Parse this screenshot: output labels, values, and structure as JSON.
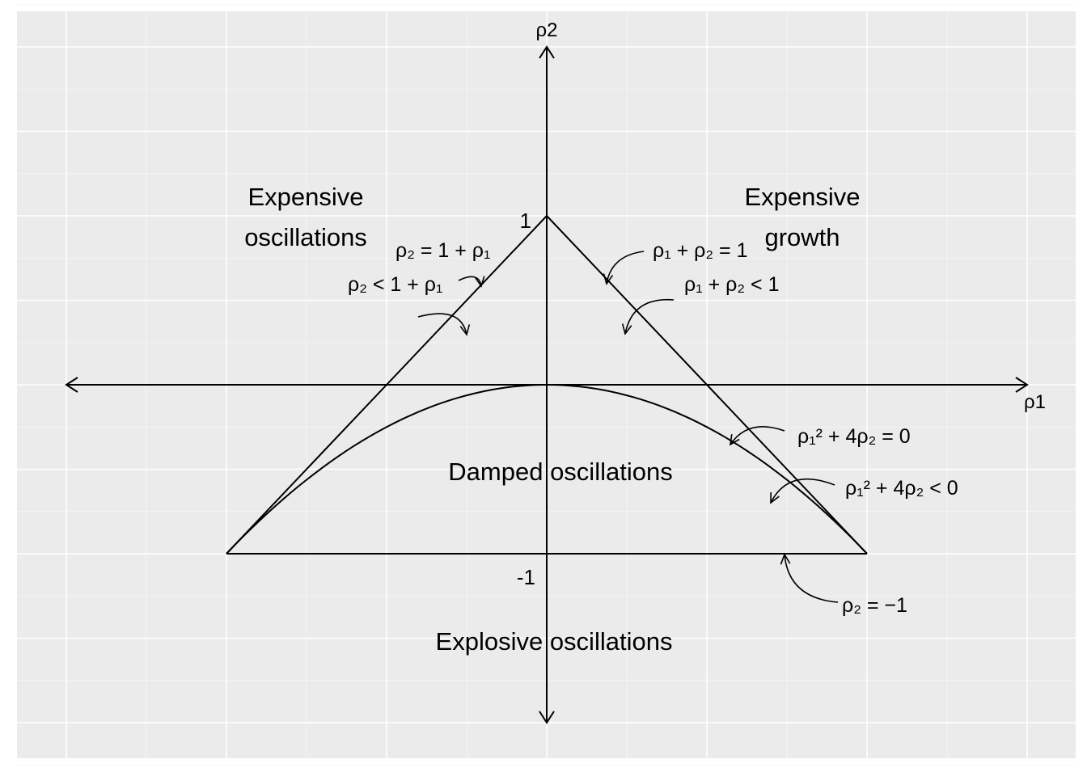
{
  "chart_data": {
    "type": "line",
    "title": "",
    "xlabel": "ρ1",
    "ylabel": "ρ2",
    "xlim": [
      -3,
      3
    ],
    "ylim": [
      -2,
      2
    ],
    "grid": true,
    "y_ticks": [
      {
        "value": 1,
        "label": "1"
      },
      {
        "value": -1,
        "label": "-1"
      }
    ],
    "series": [
      {
        "values_x": [
          -2,
          0,
          2
        ],
        "values_y": [
          -1,
          1,
          -1
        ],
        "style": "triangle-boundary"
      },
      {
        "values_x": [
          -2,
          2
        ],
        "values_y": [
          -1,
          -1
        ],
        "style": "base"
      },
      {
        "curve": "ρ2 = -ρ1²/4",
        "x_range": [
          -2,
          2
        ],
        "points_x": [
          -2,
          -1.5,
          -1,
          -0.5,
          0,
          0.5,
          1,
          1.5,
          2
        ],
        "points_y": [
          -1,
          -0.5625,
          -0.25,
          -0.0625,
          0,
          -0.0625,
          -0.25,
          -0.5625,
          -1
        ]
      }
    ],
    "region_labels": [
      {
        "lines": [
          "Expensive",
          "oscillations"
        ],
        "x": -1.5,
        "y": 1.1
      },
      {
        "lines": [
          "Expensive",
          "growth"
        ],
        "x": 1.6,
        "y": 1.1
      },
      {
        "lines": [
          "Damped oscillations"
        ],
        "x": 0.1,
        "y": -0.52
      },
      {
        "lines": [
          "Explosive oscillations"
        ],
        "x": 0.05,
        "y": -1.52
      }
    ],
    "equations": [
      {
        "name": "eq-left-boundary",
        "text": "ρ₂ = 1 + ρ₁"
      },
      {
        "name": "eq-left-region",
        "text": "ρ₂ < 1 + ρ₁"
      },
      {
        "name": "eq-right-boundary",
        "text": "ρ₁ + ρ₂ = 1"
      },
      {
        "name": "eq-right-region",
        "text": "ρ₁ + ρ₂ < 1"
      },
      {
        "name": "eq-parabola-boundary",
        "text": "ρ₁² + 4ρ₂ = 0"
      },
      {
        "name": "eq-parabola-region",
        "text": "ρ₁² + 4ρ₂ < 0"
      },
      {
        "name": "eq-base",
        "text": "ρ₂ = −1"
      }
    ]
  },
  "colors": {
    "panel": "#ebebeb",
    "grid": "#ffffff",
    "ink": "#000000"
  }
}
